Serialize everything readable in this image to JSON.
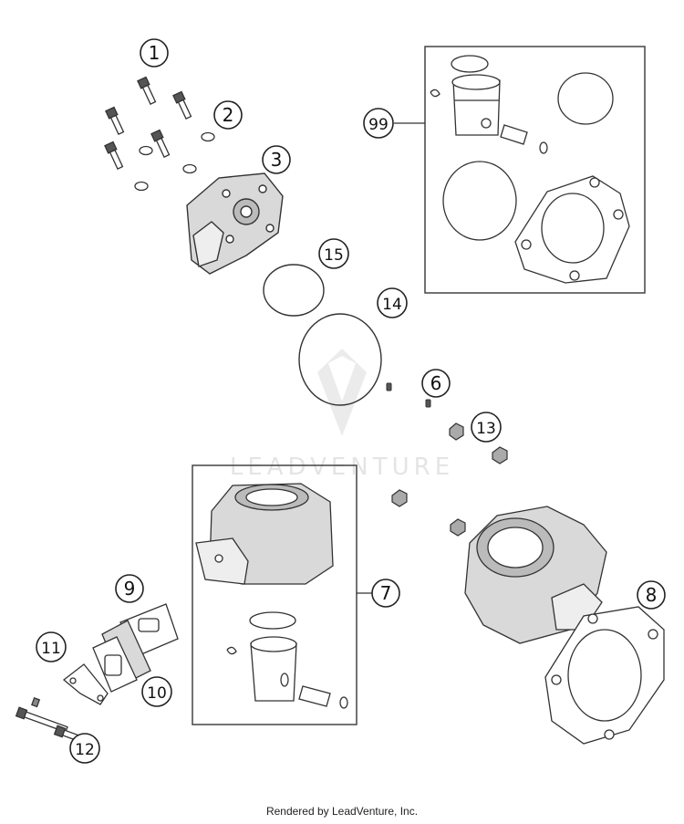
{
  "callouts": [
    {
      "id": "c1",
      "label": "1"
    },
    {
      "id": "c2",
      "label": "2"
    },
    {
      "id": "c3",
      "label": "3"
    },
    {
      "id": "c6",
      "label": "6"
    },
    {
      "id": "c7",
      "label": "7"
    },
    {
      "id": "c8",
      "label": "8"
    },
    {
      "id": "c9",
      "label": "9"
    },
    {
      "id": "c10",
      "label": "10"
    },
    {
      "id": "c11",
      "label": "11"
    },
    {
      "id": "c12",
      "label": "12"
    },
    {
      "id": "c13",
      "label": "13"
    },
    {
      "id": "c14",
      "label": "14"
    },
    {
      "id": "c15",
      "label": "15"
    },
    {
      "id": "c99",
      "label": "99"
    }
  ],
  "watermark": "LEADVENTURE",
  "footer": "Rendered by LeadVenture, Inc."
}
